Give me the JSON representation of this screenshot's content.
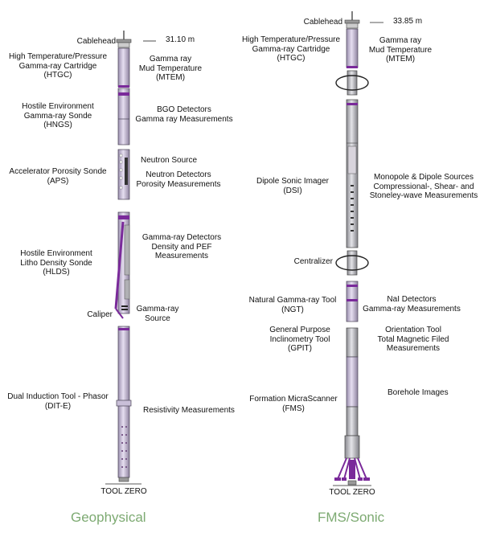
{
  "left": {
    "cablehead": "Cablehead",
    "depth": "31.10 m",
    "htgc_l1": "High Temperature/Pressure",
    "htgc_l2": "Gamma-ray Cartridge",
    "htgc_l3": "(HTGC)",
    "mtem_l1": "Gamma ray",
    "mtem_l2": "Mud Temperature",
    "mtem_l3": "(MTEM)",
    "hngs_l1": "Hostile Environment",
    "hngs_l2": "Gamma-ray Sonde",
    "hngs_l3": "(HNGS)",
    "bgo_l1": "BGO Detectors",
    "bgo_l2": "Gamma ray Measurements",
    "neutron_source": "Neutron Source",
    "aps": "Accelerator Porosity Sonde",
    "aps_abbr": "(APS)",
    "neutron_det_l1": "Neutron Detectors",
    "neutron_det_l2": "Porosity Measurements",
    "hlds_l1": "Hostile Environment",
    "hlds_l2": "Litho Density Sonde",
    "hlds_l3": "(HLDS)",
    "grd_l1": "Gamma-ray Detectors",
    "grd_l2": "Density and PEF",
    "grd_l3": "Measurements",
    "caliper": "Caliper",
    "grs_l1": "Gamma-ray",
    "grs_l2": "Source",
    "dit_l1": "Dual Induction Tool - Phasor",
    "dit_l2": "(DIT-E)",
    "resistivity": "Resistivity Measurements",
    "tool_zero": "TOOL ZERO",
    "caption": "Geophysical"
  },
  "right": {
    "cablehead": "Cablehead",
    "depth": "33.85 m",
    "htgc_l1": "High Temperature/Pressure",
    "htgc_l2": "Gamma-ray Cartridge",
    "htgc_l3": "(HTGC)",
    "mtem_l1": "Gamma ray",
    "mtem_l2": "Mud Temperature",
    "mtem_l3": "(MTEM)",
    "dsi_l1": "Dipole Sonic Imager",
    "dsi_l2": "(DSI)",
    "mono_l1": "Monopole & Dipole Sources",
    "mono_l2": "Compressional-, Shear- and",
    "mono_l3": "Stoneley-wave Measurements",
    "centralizer": "Centralizer",
    "ngt_l1": "Natural Gamma-ray Tool",
    "ngt_l2": "(NGT)",
    "nai_l1": "NaI Detectors",
    "nai_l2": "Gamma-ray Measurements",
    "gpit_l1": "General Purpose",
    "gpit_l2": "Inclinometry Tool",
    "gpit_l3": "(GPIT)",
    "orient_l1": "Orientation Tool",
    "orient_l2": "Total Magnetic Filed",
    "orient_l3": "Measurements",
    "fms_l1": "Formation MicraScanner",
    "fms_l2": "(FMS)",
    "borehole": "Borehole Images",
    "tool_zero": "TOOL ZERO",
    "caption": "FMS/Sonic"
  },
  "colors": {
    "tool_fill": "#c9bfd8",
    "tool_stroke": "#4a4456",
    "gray_fill": "#b8b8bc",
    "accent": "#7a2a9a",
    "caption": "#7daa72"
  }
}
